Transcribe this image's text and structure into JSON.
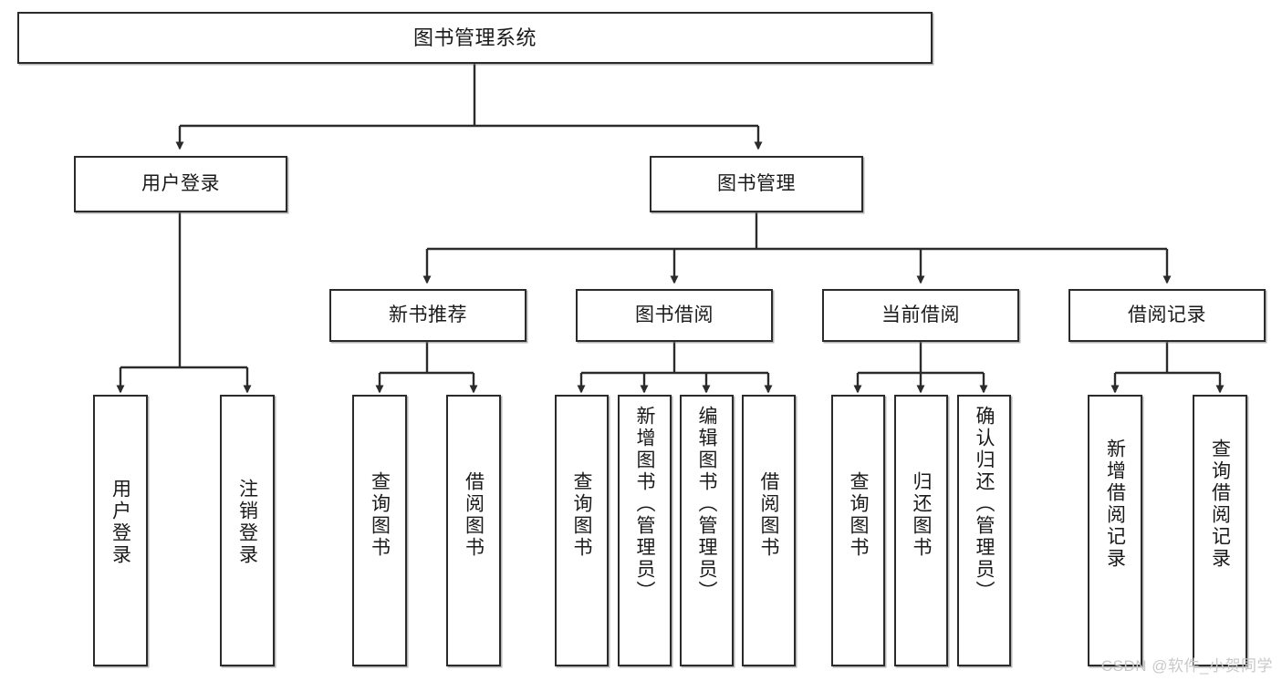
{
  "diagram": {
    "title": "图书管理系统",
    "type": "tree-hierarchy-diagram",
    "watermark": "CSDN @软件_小贺同学",
    "colors": {
      "background": "#ffffff",
      "node_border": "#2b2b2b",
      "node_fill": "#ffffff",
      "edge": "#2b2b2b",
      "text": "#1a1a1a",
      "watermark": "#c9c9c9"
    },
    "levels": {
      "level1": [
        "图书管理系统"
      ],
      "level2": [
        "用户登录",
        "图书管理"
      ],
      "level3": [
        "新书推荐",
        "图书借阅",
        "当前借阅",
        "借阅记录"
      ],
      "level4": [
        "用户登录",
        "注销登录",
        "查询图书",
        "借阅图书",
        "查询图书",
        "新增图书（管理员）",
        "编辑图书（管理员）",
        "借阅图书",
        "查询图书",
        "归还图书",
        "确认归还（管理员）",
        "新增借阅记录",
        "查询借阅记录"
      ]
    },
    "nodes": {
      "root": {
        "label": "图书管理系统"
      },
      "user_login": {
        "label": "用户登录"
      },
      "book_manage": {
        "label": "图书管理"
      },
      "new_book_rec": {
        "label": "新书推荐"
      },
      "book_borrow": {
        "label": "图书借阅"
      },
      "current_borrow": {
        "label": "当前借阅"
      },
      "borrow_record": {
        "label": "借阅记录"
      },
      "leaf_user_login": {
        "label": "用户登录"
      },
      "leaf_logout": {
        "label": "注销登录"
      },
      "leaf_query_book_1": {
        "label": "查询图书"
      },
      "leaf_borrow_book_1": {
        "label": "借阅图书"
      },
      "leaf_query_book_2": {
        "label": "查询图书"
      },
      "leaf_add_book_admin": {
        "label": "新增图书（管理员）"
      },
      "leaf_edit_book_admin": {
        "label": "编辑图书（管理员）"
      },
      "leaf_borrow_book_2": {
        "label": "借阅图书"
      },
      "leaf_query_book_3": {
        "label": "查询图书"
      },
      "leaf_return_book": {
        "label": "归还图书"
      },
      "leaf_confirm_return_admin": {
        "label": "确认归还（管理员）"
      },
      "leaf_add_borrow_record": {
        "label": "新增借阅记录"
      },
      "leaf_query_borrow_record": {
        "label": "查询借阅记录"
      }
    }
  }
}
